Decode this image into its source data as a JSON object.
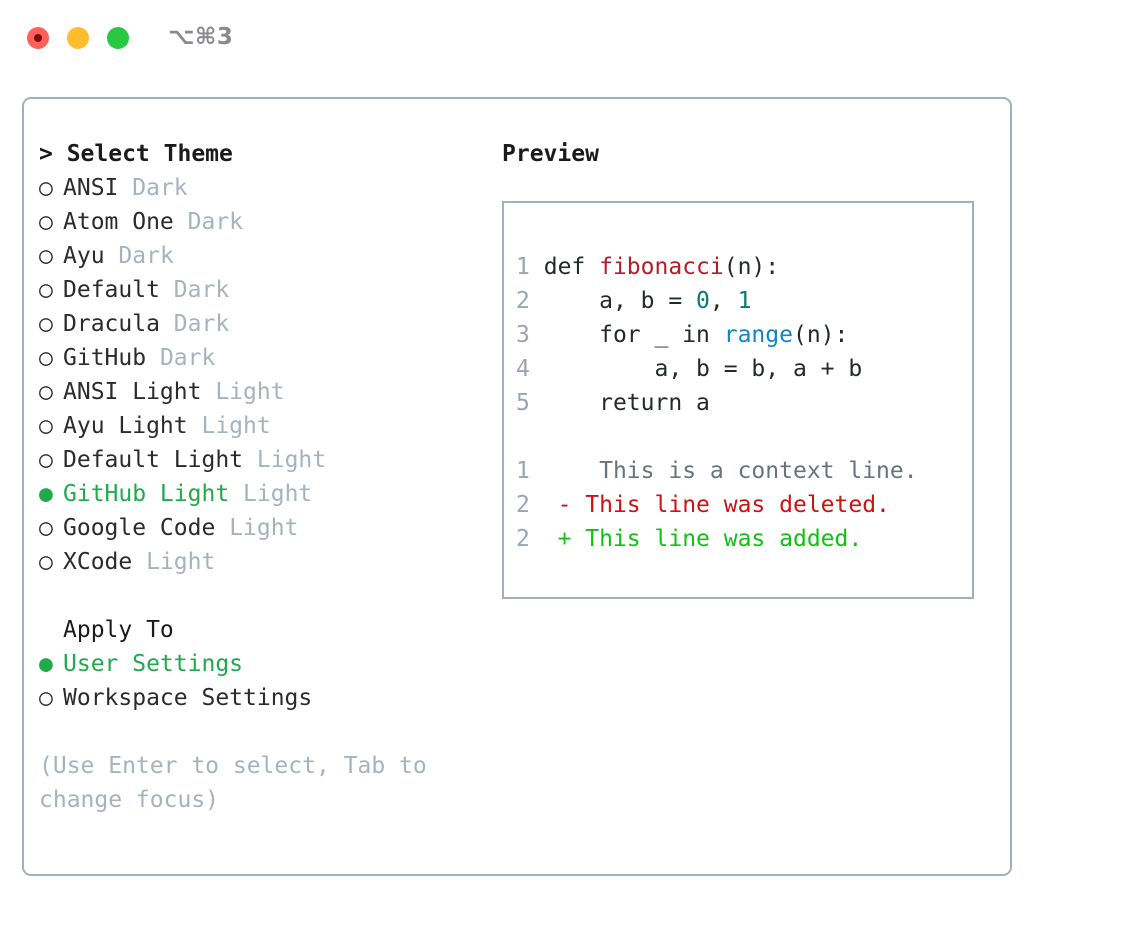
{
  "window": {
    "shortcut_label": "⌥⌘3",
    "traffic_lights": [
      "close",
      "minimize",
      "zoom"
    ]
  },
  "theme_panel": {
    "header": "> Select Theme",
    "selected_theme": "GitHub Light",
    "markers": {
      "selected": "●",
      "unselected": "○"
    },
    "items": [
      {
        "marker": "○",
        "name": "ANSI",
        "tag": "Dark",
        "selected": false
      },
      {
        "marker": "○",
        "name": "Atom One",
        "tag": "Dark",
        "selected": false
      },
      {
        "marker": "○",
        "name": "Ayu",
        "tag": "Dark",
        "selected": false
      },
      {
        "marker": "○",
        "name": "Default",
        "tag": "Dark",
        "selected": false
      },
      {
        "marker": "○",
        "name": "Dracula",
        "tag": "Dark",
        "selected": false
      },
      {
        "marker": "○",
        "name": "GitHub",
        "tag": "Dark",
        "selected": false
      },
      {
        "marker": "○",
        "name": "ANSI Light",
        "tag": "Light",
        "selected": false
      },
      {
        "marker": "○",
        "name": "Ayu Light",
        "tag": "Light",
        "selected": false
      },
      {
        "marker": "○",
        "name": "Default Light",
        "tag": "Light",
        "selected": false
      },
      {
        "marker": "●",
        "name": "GitHub Light",
        "tag": "Light",
        "selected": true
      },
      {
        "marker": "○",
        "name": "Google Code",
        "tag": "Light",
        "selected": false
      },
      {
        "marker": "○",
        "name": "XCode",
        "tag": "Light",
        "selected": false
      }
    ]
  },
  "apply_to": {
    "header": "Apply To",
    "selected_option": "User Settings",
    "options": [
      {
        "marker": "●",
        "label": "User Settings",
        "selected": true
      },
      {
        "marker": "○",
        "label": "Workspace Settings",
        "selected": false
      }
    ]
  },
  "hint": "(Use Enter to select, Tab to change focus)",
  "preview": {
    "header": "Preview",
    "code_lines": [
      {
        "num": "1",
        "tokens": [
          {
            "t": "def ",
            "c": "plain"
          },
          {
            "t": "fibonacci",
            "c": "fn"
          },
          {
            "t": "(n):",
            "c": "plain"
          }
        ]
      },
      {
        "num": "2",
        "tokens": [
          {
            "t": "    a, b = ",
            "c": "plain"
          },
          {
            "t": "0",
            "c": "num"
          },
          {
            "t": ", ",
            "c": "plain"
          },
          {
            "t": "1",
            "c": "num"
          }
        ]
      },
      {
        "num": "3",
        "tokens": [
          {
            "t": "    for _ in ",
            "c": "plain"
          },
          {
            "t": "range",
            "c": "kw"
          },
          {
            "t": "(n):",
            "c": "plain"
          }
        ]
      },
      {
        "num": "4",
        "tokens": [
          {
            "t": "        a, b = b, a + b",
            "c": "plain"
          }
        ]
      },
      {
        "num": "5",
        "tokens": [
          {
            "t": "    return a",
            "c": "plain"
          }
        ]
      }
    ],
    "diff_lines": [
      {
        "num": "1",
        "sign": " ",
        "text": "  This is a context line.",
        "kind": "ctx"
      },
      {
        "num": "2",
        "sign": "-",
        "text": " This line was deleted.",
        "kind": "del"
      },
      {
        "num": "2",
        "sign": "+",
        "text": " This line was added.",
        "kind": "add"
      }
    ]
  },
  "colors": {
    "border": "#a6aebe",
    "accent_green": "#1faa4b",
    "muted": "#a9b1bf",
    "diff_add": "#12c212",
    "diff_del": "#cc1313",
    "code_fn": "#b31d28",
    "code_num": "#067a76",
    "code_kw": "#1184c8"
  }
}
